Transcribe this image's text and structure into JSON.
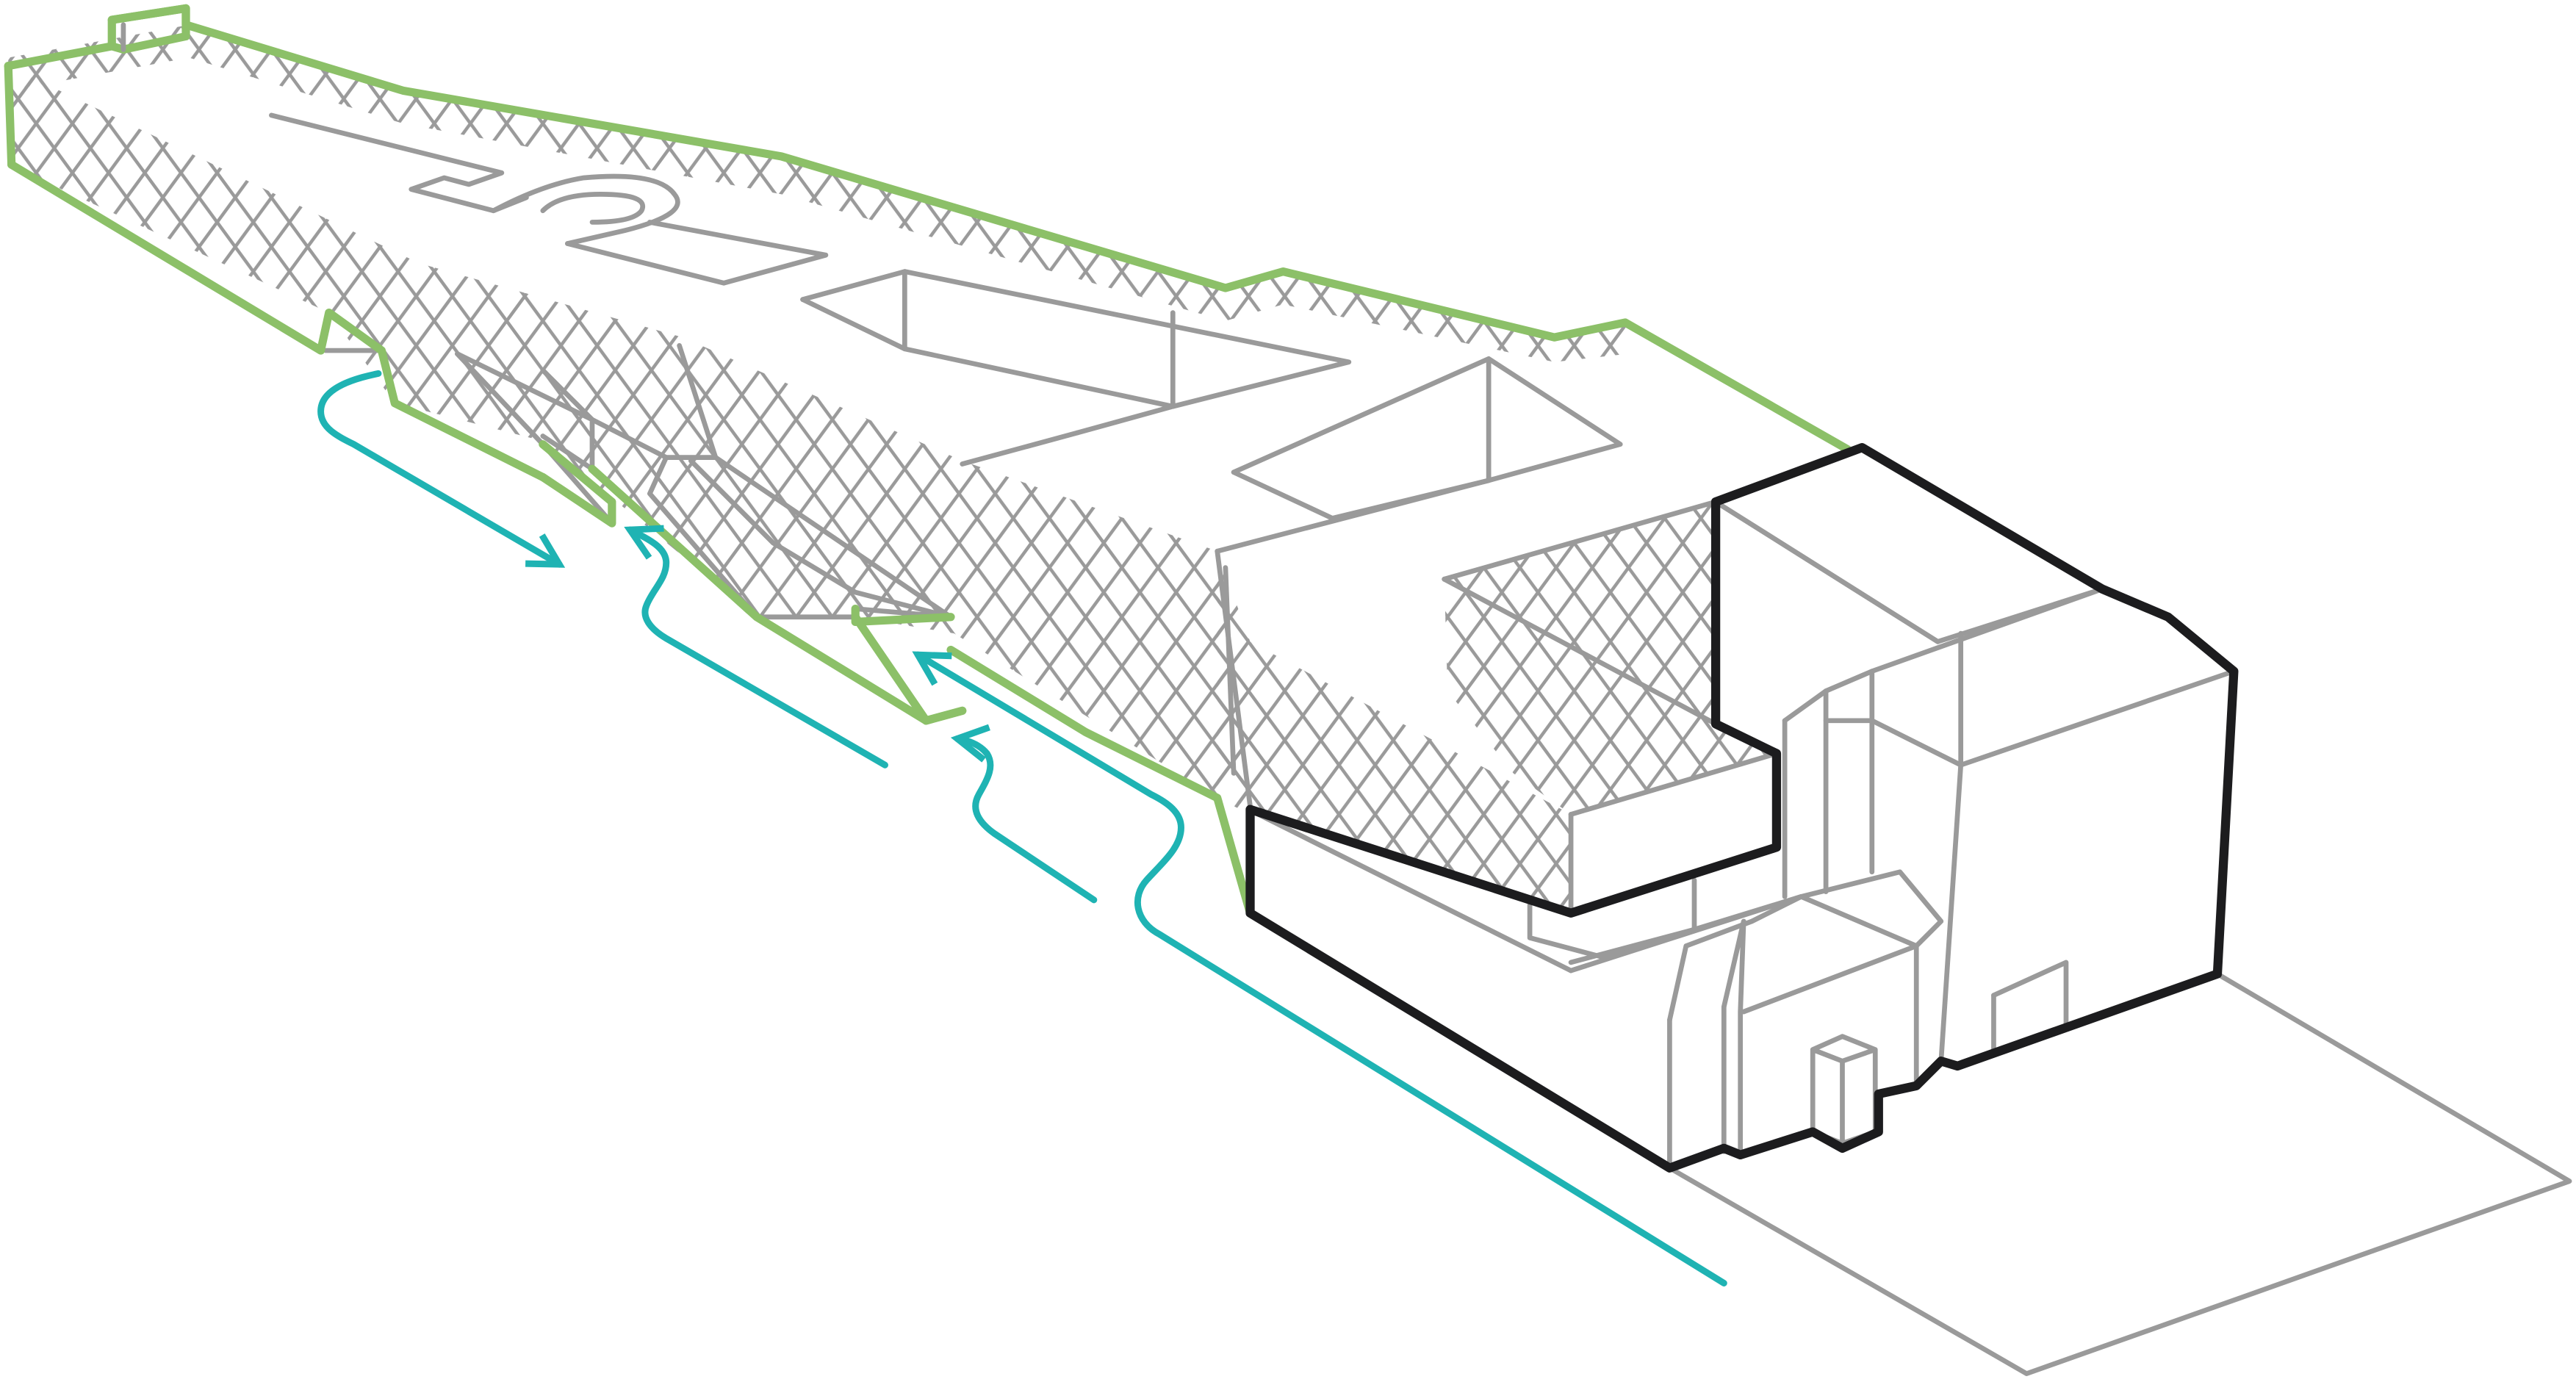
{
  "diagram": {
    "kind": "isometric-building-massing",
    "colors": {
      "background": "#ffffff",
      "outline_grey": "#9a9a9a",
      "existing_building": "#1c1c1e",
      "green_roof_edge": "#8cc068",
      "circulation_arrows": "#1fb3b3"
    },
    "circulation_arrows": [
      {
        "direction": "outward"
      },
      {
        "direction": "inward"
      },
      {
        "direction": "inward"
      },
      {
        "direction": "inward"
      }
    ]
  }
}
